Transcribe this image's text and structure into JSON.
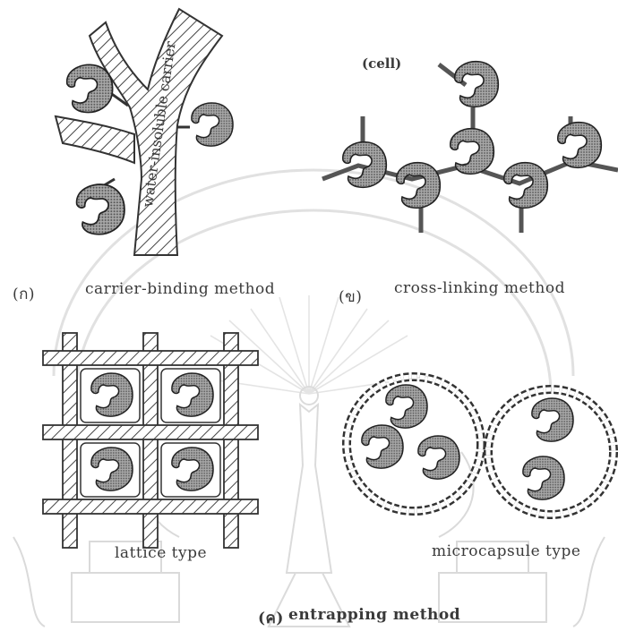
{
  "diagram": {
    "panel_a": {
      "marker": "(ก)",
      "carrier_label": "water-insoluble carrier",
      "caption": "carrier-binding method"
    },
    "panel_b": {
      "marker": "(ข)",
      "cell_label": "(cell)",
      "caption": "cross-linking method"
    },
    "panel_c": {
      "lattice_caption": "lattice type",
      "microcapsule_caption": "microcapsule type",
      "marker": "(ค)",
      "caption": "entrapping method"
    }
  },
  "colors": {
    "ink": "#333333",
    "enzyme_fill": "#8f8f8f",
    "watermark": "#d9d9d9",
    "background": "#ffffff"
  }
}
